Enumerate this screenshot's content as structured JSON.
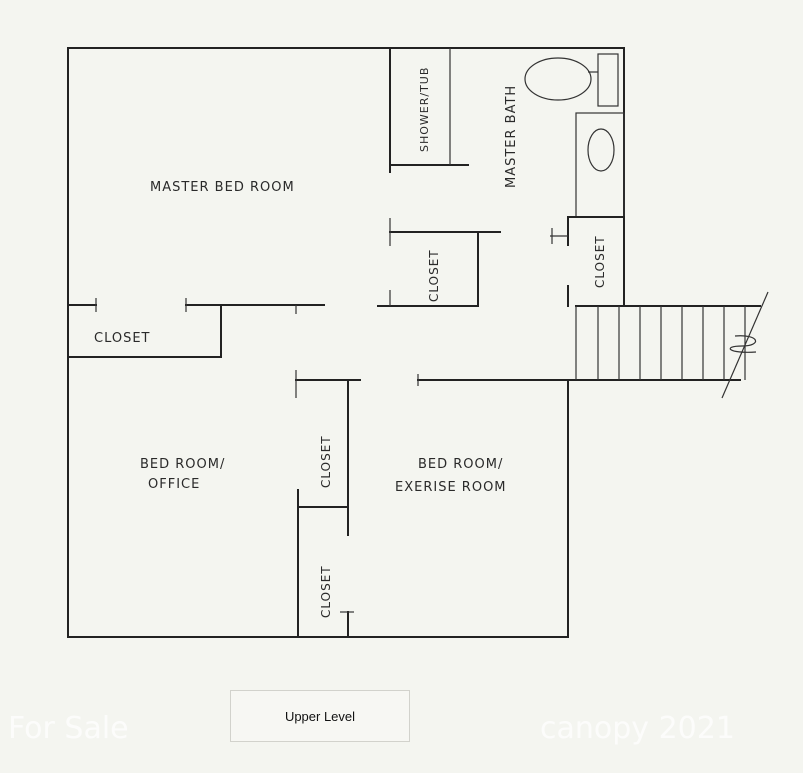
{
  "floor_plan": {
    "rooms": {
      "master_bedroom": "MASTER BED ROOM",
      "master_bath": "MASTER BATH",
      "shower_tub": "SHOWER/TUB",
      "closet_master": "CLOSET",
      "closet_bath": "CLOSET",
      "closet_left": "CLOSET",
      "bedroom_office_line1": "BED ROOM/",
      "bedroom_office_line2": "OFFICE",
      "closet_middle_upper": "CLOSET",
      "closet_middle_lower": "CLOSET",
      "bedroom_exercise_line1": "BED ROOM/",
      "bedroom_exercise_line2": "EXERISE ROOM"
    }
  },
  "legend": {
    "level_label": "Upper Level"
  },
  "watermarks": {
    "left": "For Sale",
    "right": "canopy 2021"
  }
}
